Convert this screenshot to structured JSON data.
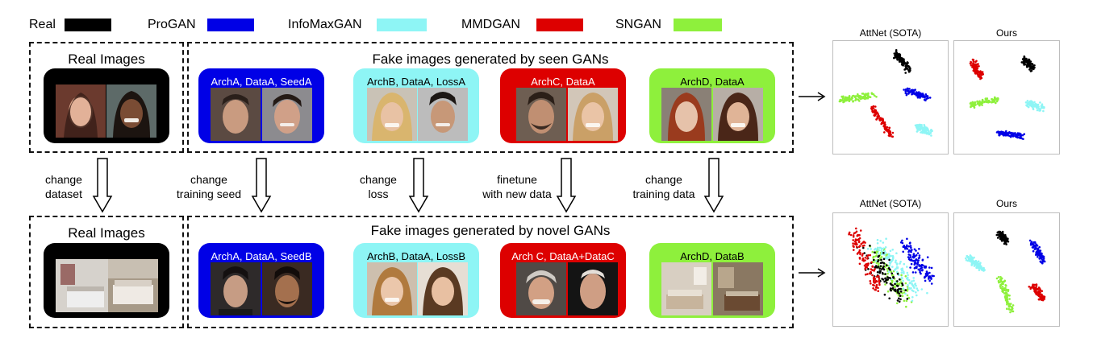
{
  "legend": [
    {
      "label": "Real",
      "color": "#000000"
    },
    {
      "label": "ProGAN",
      "color": "#0000e6"
    },
    {
      "label": "InfoMaxGAN",
      "color": "#8ef5f5"
    },
    {
      "label": "MMDGAN",
      "color": "#dd0000"
    },
    {
      "label": "SNGAN",
      "color": "#8ef03c"
    }
  ],
  "top": {
    "real_title": "Real Images",
    "fake_title": "Fake images generated by seen GANs",
    "cards": [
      {
        "label": "ArchA, DataA, SeedA",
        "color": "#0000e6",
        "text_color": "#ffffff"
      },
      {
        "label": "ArchB, DataA, LossA",
        "color": "#8ef5f5",
        "text_color": "#000000"
      },
      {
        "label": "ArchC, DataA",
        "color": "#dd0000",
        "text_color": "#ffffff"
      },
      {
        "label": "ArchD, DataA",
        "color": "#8ef03c",
        "text_color": "#000000"
      }
    ]
  },
  "bottom": {
    "real_title": "Real Images",
    "fake_title": "Fake images generated by novel GANs",
    "cards": [
      {
        "label": "ArchA, DataA, SeedB",
        "color": "#0000e6",
        "text_color": "#ffffff"
      },
      {
        "label": "ArchB, DataA, LossB",
        "color": "#8ef5f5",
        "text_color": "#000000"
      },
      {
        "label": "Arch C, DataA+DataC",
        "color": "#dd0000",
        "text_color": "#ffffff"
      },
      {
        "label": "ArchD, DataB",
        "color": "#8ef03c",
        "text_color": "#000000"
      }
    ]
  },
  "arrows": [
    {
      "line1": "change",
      "line2": "dataset"
    },
    {
      "line1": "change",
      "line2": "training seed"
    },
    {
      "line1": "change",
      "line2": "loss"
    },
    {
      "line1": "finetune",
      "line2": "with new data"
    },
    {
      "line1": "change",
      "line2": "training data"
    }
  ],
  "tsne": {
    "top": {
      "left_title": "AttNet (SOTA)",
      "right_title": "Ours"
    },
    "bottom": {
      "left_title": "AttNet (SOTA)",
      "right_title": "Ours"
    }
  }
}
